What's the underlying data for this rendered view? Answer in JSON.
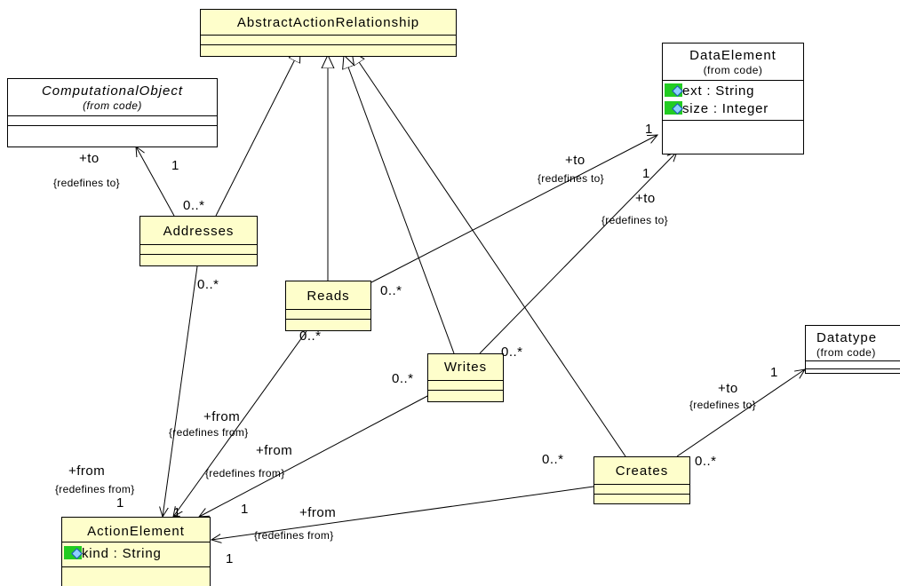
{
  "classes": {
    "abstract_action_relationship": {
      "name": "AbstractActionRelationship"
    },
    "computational_object": {
      "name": "ComputationalObject",
      "stereotype": "(from code)"
    },
    "data_element": {
      "name": "DataElement",
      "stereotype": "(from code)",
      "attributes": [
        {
          "icon": "attribute-icon",
          "text": "ext : String"
        },
        {
          "icon": "attribute-icon",
          "text": "size : Integer"
        }
      ]
    },
    "datatype": {
      "name": "Datatype",
      "stereotype": "(from code)"
    },
    "addresses": {
      "name": "Addresses"
    },
    "reads": {
      "name": "Reads"
    },
    "writes": {
      "name": "Writes"
    },
    "creates": {
      "name": "Creates"
    },
    "action_element": {
      "name": "ActionElement",
      "attributes": [
        {
          "icon": "attribute-icon",
          "text": "kind : String"
        }
      ]
    }
  },
  "associations": {
    "addresses_to": {
      "role": "+to",
      "constraint": "{redefines to}",
      "target_mult": "1",
      "source_mult": "0..*"
    },
    "addresses_from": {
      "role": "+from",
      "constraint": "{redefines from}",
      "target_mult": "1",
      "source_mult": "0..*"
    },
    "reads_to": {
      "role": "+to",
      "constraint": "{redefines to}",
      "target_mult": "1",
      "source_mult": "0..*"
    },
    "reads_from": {
      "role": "+from",
      "constraint": "{redefines from}",
      "target_mult": "1",
      "source_mult": "0..*"
    },
    "writes_to": {
      "role": "+to",
      "constraint": "{redefines to}",
      "target_mult": "1",
      "source_mult": "0..*"
    },
    "writes_from": {
      "role": "+from",
      "constraint": "{redefines from}",
      "target_mult": "1",
      "source_mult": "0..*"
    },
    "creates_to": {
      "role": "+to",
      "constraint": "{redefines to}",
      "target_mult": "1",
      "source_mult": "0..*"
    },
    "creates_from": {
      "role": "+from",
      "constraint": "{redefines from}",
      "target_mult": "1",
      "source_mult": "0..*"
    }
  },
  "colors": {
    "class_fill": "#fefecb",
    "external_fill": "#ffffff",
    "attribute_icon": "#22cc22",
    "line": "#000000"
  }
}
